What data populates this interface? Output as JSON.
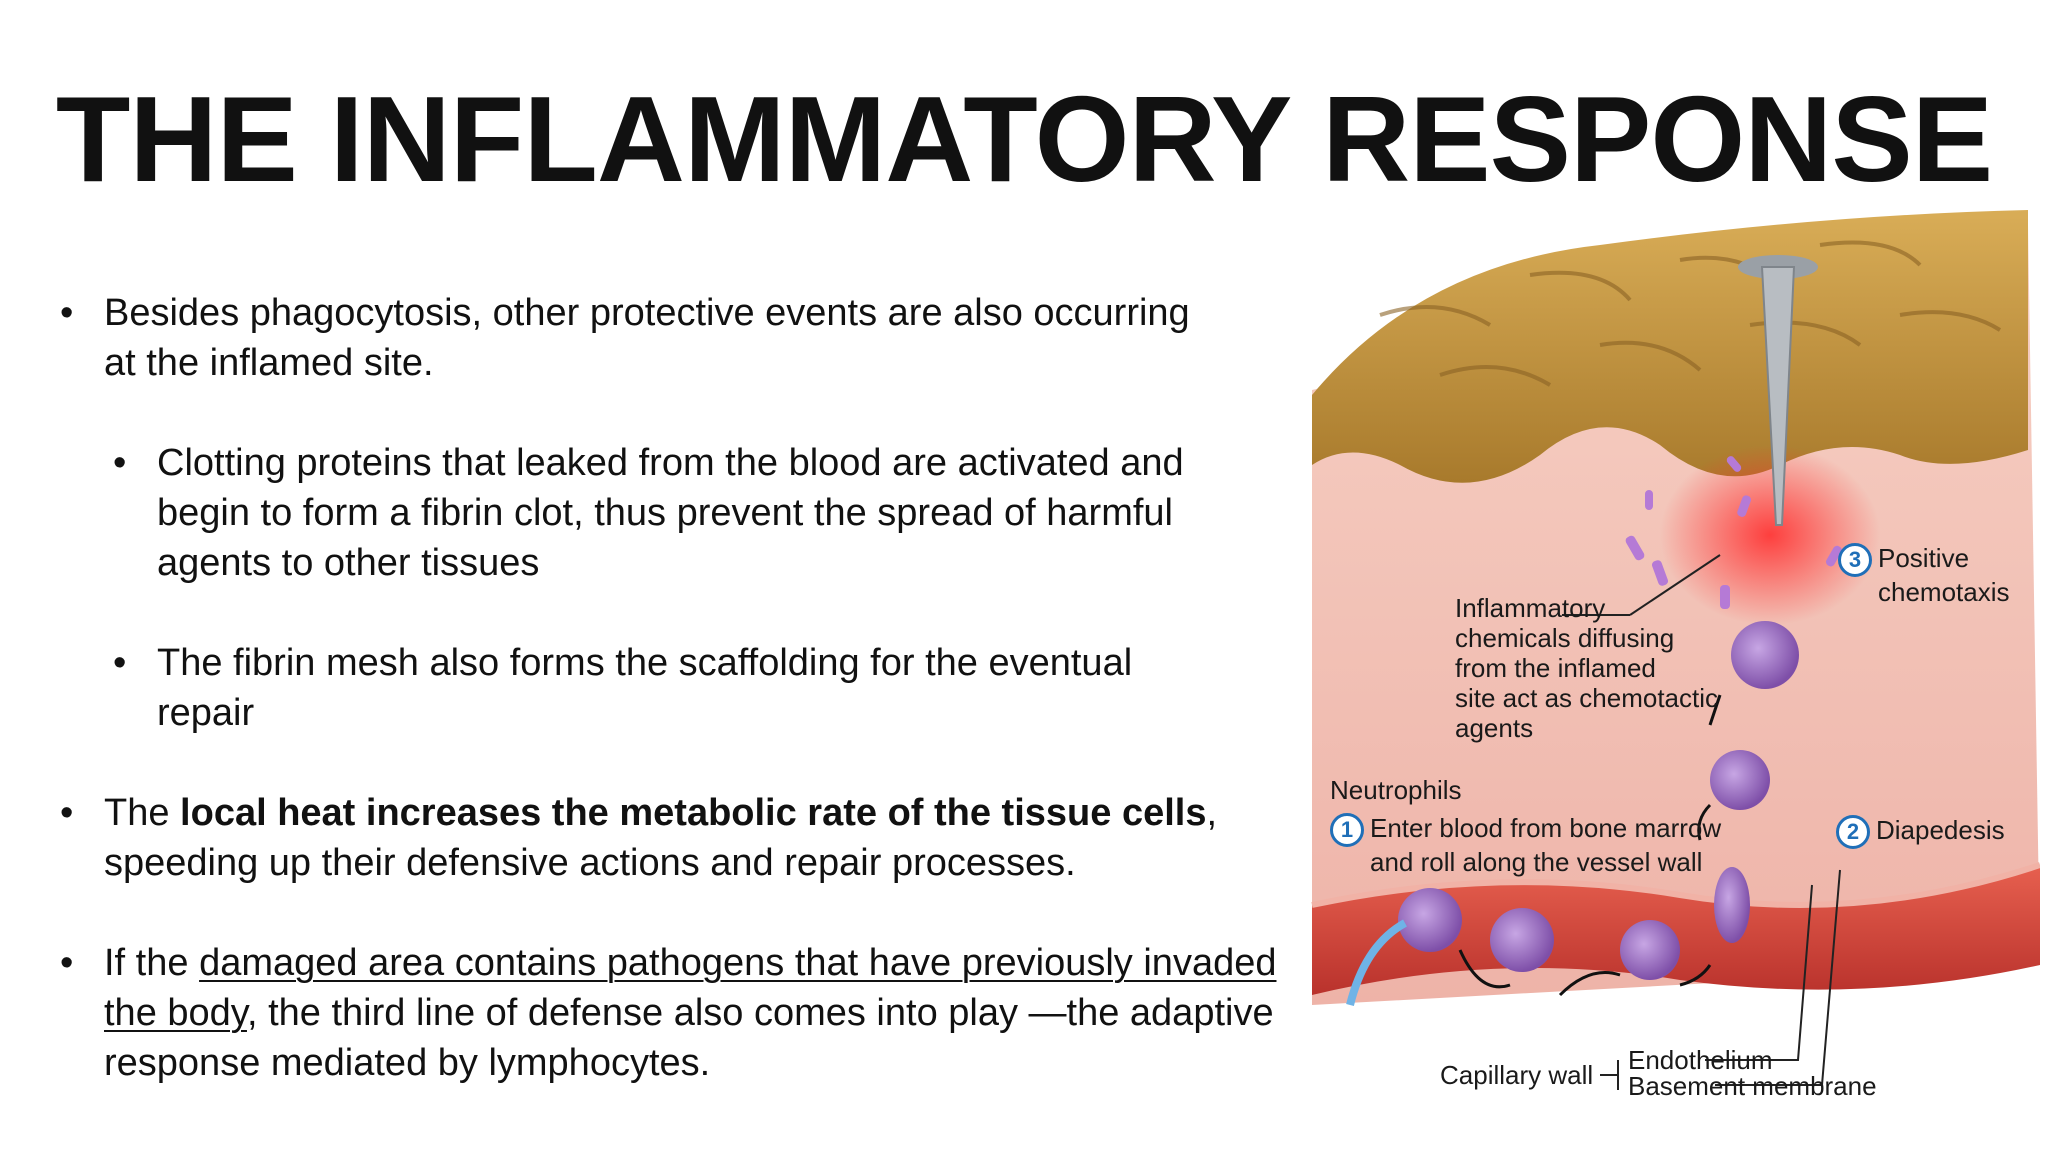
{
  "slide": {
    "title": "THE INFLAMMATORY RESPONSE",
    "bullet_glyph": "•",
    "bullets": {
      "b1": "Besides phagocytosis, other protective events are also occurring at the inflamed site.",
      "b1a": "Clotting proteins that leaked from the blood are activated and begin to form a fibrin clot, thus prevent the spread of harmful agents to other tissues",
      "b1b": "The fibrin mesh also forms the scaffolding for the eventual repair",
      "b2_pre": "The ",
      "b2_bold": "local heat increases the metabolic rate of the tissue cells",
      "b2_post": ", speeding up their defensive actions and repair processes.",
      "b3_pre": "If the ",
      "b3_underline": "damaged area contains pathogens that have previously invaded the body",
      "b3_post": ", the third line of defense also comes into play —the adaptive response mediated by lymphocytes."
    }
  },
  "figure": {
    "labels": {
      "inflammatory_chemicals": [
        "Inflammatory",
        "chemicals diffusing",
        "from the inflamed",
        "site act as chemotactic",
        "agents"
      ],
      "neutrophils": "Neutrophils",
      "step1_number": "1",
      "step1_text": [
        "Enter blood from bone marrow",
        "and roll along the vessel wall"
      ],
      "step2_number": "2",
      "step2_text": "Diapedesis",
      "step3_number": "3",
      "step3_text": [
        "Positive",
        "chemotaxis"
      ],
      "capillary_wall": "Capillary wall",
      "endothelium": "Endothelium",
      "basement_membrane": "Basement membrane"
    },
    "colors": {
      "epidermis": "#c99a3c",
      "dermis": "#f3c2b8",
      "vessel": "#d9463b",
      "neutrophil": "#9b6fc0",
      "marker": "#1f6fb8"
    }
  }
}
